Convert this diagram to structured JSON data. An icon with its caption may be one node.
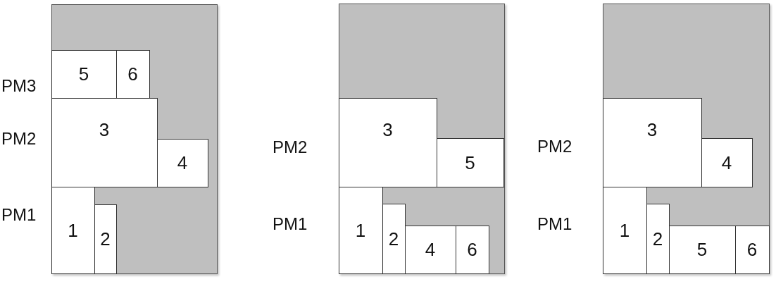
{
  "diagram": {
    "nodes": [
      {
        "text": [],
        "shape": "box",
        "beside": [
          "PM3",
          "PM2",
          "PM1"
        ]
      },
      {
        "text": [
          "5"
        ],
        "in": 0
      },
      {
        "text": [
          "6"
        ],
        "in": 0
      },
      {
        "text": [
          "3"
        ],
        "in": 0
      },
      {
        "text": [
          "4"
        ],
        "in": 0
      },
      {
        "text": [
          "1"
        ],
        "in": 0
      },
      {
        "text": [
          "2"
        ],
        "in": 0
      },
      {
        "text": [],
        "shape": "box",
        "beside": [
          "PM2",
          "PM1"
        ]
      },
      {
        "text": [
          "3"
        ],
        "in": 7
      },
      {
        "text": [
          "5"
        ],
        "in": 7
      },
      {
        "text": [
          "1"
        ],
        "in": 7
      },
      {
        "text": [
          "2"
        ],
        "in": 7
      },
      {
        "text": [
          "4"
        ],
        "in": 7
      },
      {
        "text": [
          "6"
        ],
        "in": 7
      },
      {
        "text": [],
        "shape": "box",
        "beside": [
          "PM2",
          "PM1"
        ]
      },
      {
        "text": [
          "3"
        ],
        "in": 14
      },
      {
        "text": [
          "4"
        ],
        "in": 14
      },
      {
        "text": [
          "1"
        ],
        "in": 14
      },
      {
        "text": [
          "2"
        ],
        "in": 14
      },
      {
        "text": [
          "5"
        ],
        "in": 14
      },
      {
        "text": [
          "6"
        ],
        "in": 14
      }
    ]
  }
}
